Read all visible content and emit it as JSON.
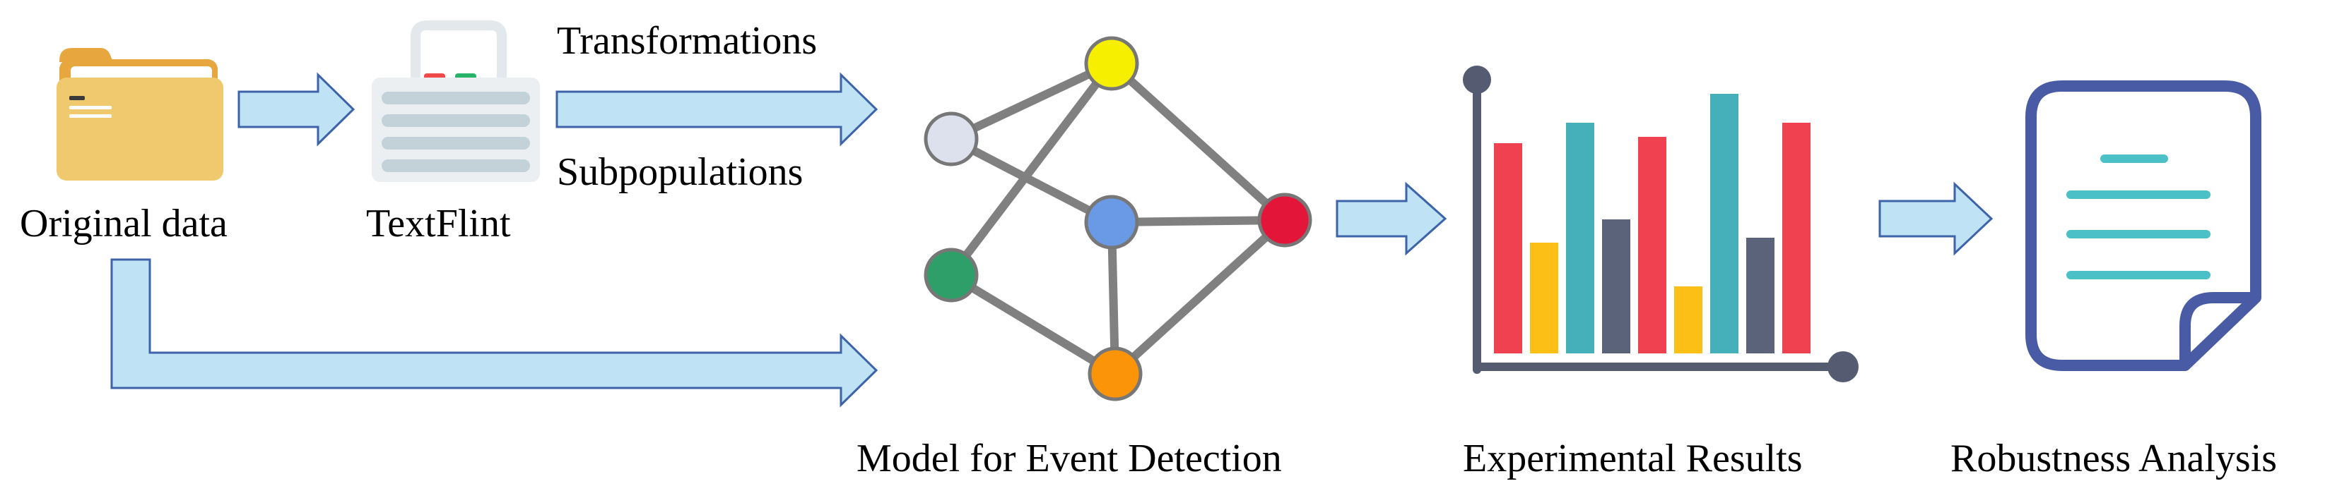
{
  "labels": {
    "original_data": "Original data",
    "textflint": "TextFlint",
    "transformations": "Transformations",
    "subpopulations": "Subpopulations",
    "model": "Model for Event Detection",
    "results": "Experimental Results",
    "robustness": "Robustness Analysis"
  },
  "colors": {
    "arrow_fill": "#bfe3f5",
    "arrow_stroke": "#3d63a8",
    "folder": "#f0c86e",
    "folder_tab": "#e7a73e",
    "node_white": "#dde1ee",
    "node_yellow": "#f7ef00",
    "node_blue": "#6a9ae6",
    "node_red": "#e3163a",
    "node_green": "#2f9f6a",
    "node_orange": "#fb9408",
    "bar_red": "#ef4150",
    "bar_yellow": "#fbbf16",
    "bar_teal": "#45b0b9",
    "bar_navy": "#5a6379",
    "axis": "#555b70",
    "document": "#4a5ba6",
    "document_lines": "#4bc1c7"
  },
  "icons": [
    "folder-icon",
    "lock-case-icon",
    "graph-network-icon",
    "bar-chart-icon",
    "document-icon"
  ]
}
